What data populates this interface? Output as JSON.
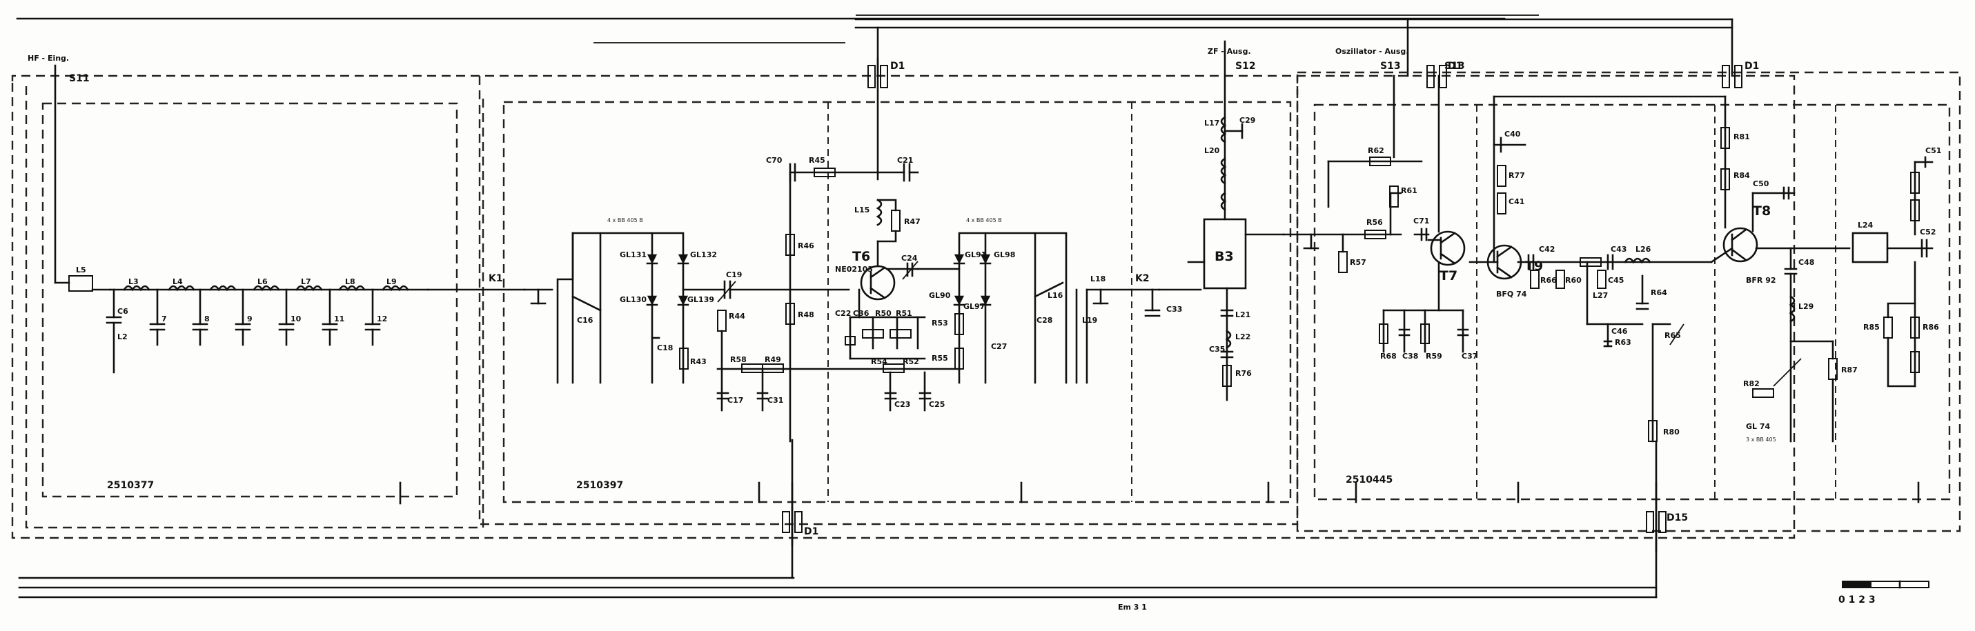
{
  "terminals": {
    "hf_in": "HF - Eing.",
    "s11": "S11",
    "s12": "S12",
    "s12_label": "ZF - Ausg.",
    "s13": "S13",
    "s13_label": "Oszillator - Ausg.",
    "s13b": "S13"
  },
  "feedthroughs": {
    "d1": "D1",
    "d2": "D1",
    "d3": "D1",
    "d4": "D1",
    "d5": "D15"
  },
  "modules": {
    "m1": "2510377",
    "m2": "2510397",
    "m3": "2510445"
  },
  "connectors": {
    "k1": "K1",
    "k2": "K2"
  },
  "stage1": {
    "l5": "L5",
    "c6": "C6",
    "l2": "L2",
    "l3": "L3",
    "l4": "L4",
    "l6": "L6",
    "l7": "L7",
    "l8": "L8",
    "l9": "L9",
    "c7": "7",
    "c8": "8",
    "c9": "9",
    "c10": "10",
    "c11": "11",
    "c12": "12"
  },
  "stage2": {
    "gl131": "GL131",
    "gl132": "GL132",
    "gl130": "GL130",
    "gl139": "GL139",
    "c16": "C16",
    "c18": "C18",
    "c19": "C19",
    "r44": "R44",
    "r43": "R43",
    "r58": "R58",
    "r49": "R49",
    "c17": "C17",
    "c31": "C31",
    "c70": "C70",
    "r45": "R45",
    "r46": "R46",
    "r48": "R48",
    "t6": "T6",
    "t6_type": "NE02103",
    "c21": "C21",
    "l15": "L15",
    "r47": "R47",
    "c24": "C24",
    "c22": "C22",
    "c36": "C36",
    "r50": "R50",
    "r51": "R51",
    "r54": "R54",
    "r52": "R52",
    "c23": "C23",
    "c25": "C25",
    "gl91": "GL91",
    "gl98": "GL98",
    "gl90": "GL90",
    "gl97": "GL97",
    "r53": "R53",
    "r55": "R55",
    "c27": "C27",
    "c28": "C28",
    "l16": "L16",
    "l18": "L18",
    "l19": "L19",
    "varactor_tag": "4 x BB 405 B"
  },
  "stage3": {
    "b3": "B3",
    "c33": "C33",
    "l17": "L17",
    "c29": "C29",
    "l20": "L20",
    "l21": "L21",
    "l22": "L22",
    "c35": "C35",
    "r76": "R76"
  },
  "stage4": {
    "r62": "R62",
    "r61": "R61",
    "c71": "C71",
    "r56": "R56",
    "r57": "R57",
    "t7": "T7",
    "r58b": "R68",
    "c38": "C38",
    "r59": "R59",
    "c37": "C37",
    "c40": "C40",
    "r77": "R77",
    "c41": "C41",
    "t9": "T9",
    "t9_type": "BFQ 74",
    "c42": "C42",
    "r66": "R66",
    "c43": "C43",
    "r60": "R60",
    "c45": "C45",
    "l27": "L27",
    "l26": "L26",
    "r64": "R64",
    "c46": "C46",
    "r63": "R63",
    "r65": "R65",
    "r80": "R80",
    "t8": "T8",
    "t8_type": "BFR 92",
    "r81": "R81",
    "r84": "R84",
    "c50": "C50",
    "c48": "C48",
    "c51": "C51",
    "c52": "C52",
    "l24": "L24",
    "l29": "L29",
    "r85": "R85",
    "r86": "R86",
    "r87": "R87",
    "r82": "R82",
    "gl74": "GL 74",
    "gl74_type": "3 x BB 405"
  },
  "footer": {
    "scale": "0  1  2  3",
    "scale_note": "",
    "bottom_tag": "Em 3 1"
  }
}
